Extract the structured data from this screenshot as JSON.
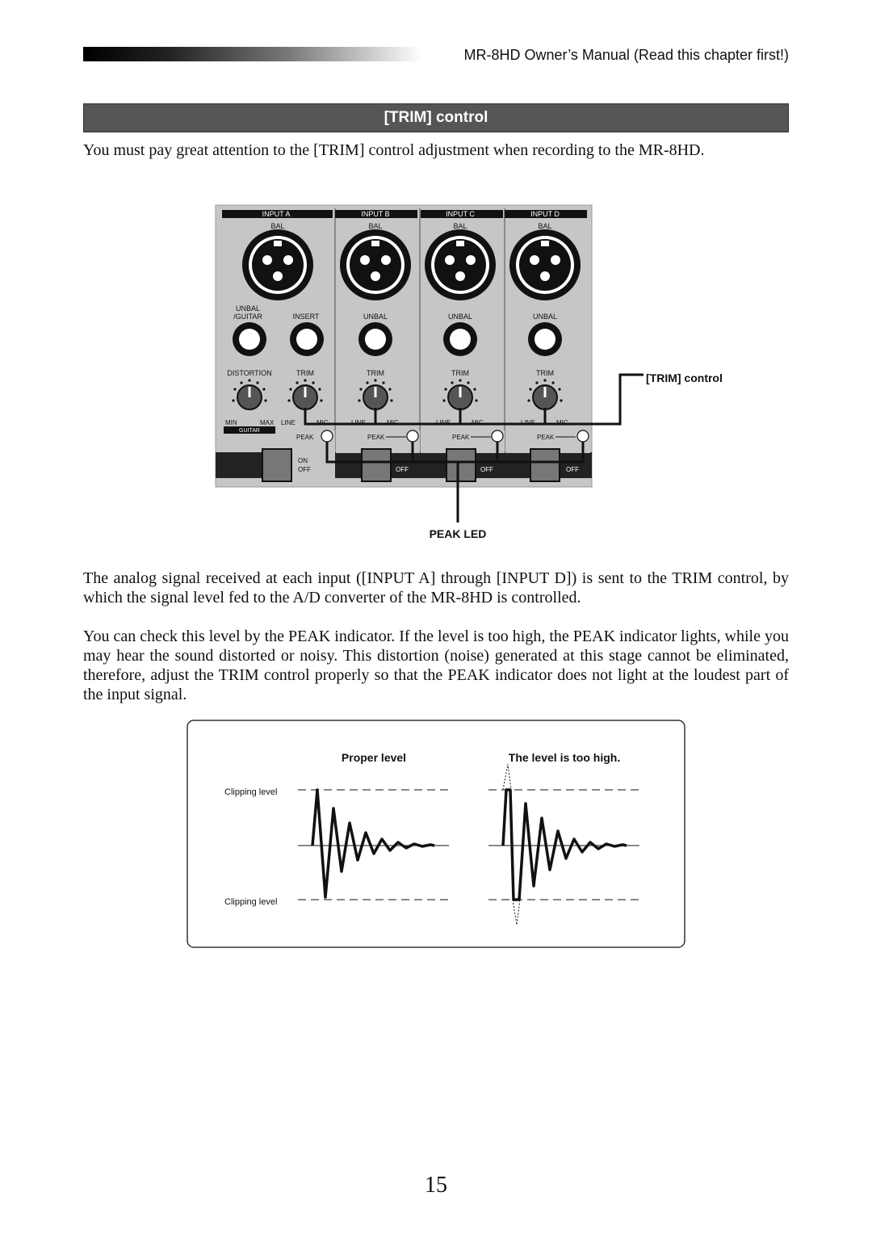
{
  "header": {
    "title": "MR-8HD Owner’s Manual (Read this chapter first!)"
  },
  "section": {
    "title": "[TRIM] control"
  },
  "paragraphs": {
    "intro": "You must pay great attention to the [TRIM] control adjustment when recording to the MR-8HD.",
    "signal": "The analog signal received at each input ([INPUT A] through [INPUT D]) is sent to the TRIM control, by which the signal level fed to the A/D converter of the MR-8HD is controlled.",
    "peak": "You can check this level by the PEAK indicator. If the level is too high, the PEAK indicator lights, while you may hear the sound distorted or noisy. This distortion (noise) generated at this stage cannot be eliminated, therefore, adjust the TRIM control properly so that the PEAK indicator does not light at the loudest part of the input signal."
  },
  "panel": {
    "inputs": [
      {
        "name": "INPUT A",
        "bal": "BAL"
      },
      {
        "name": "INPUT B",
        "bal": "BAL"
      },
      {
        "name": "INPUT C",
        "bal": "BAL"
      },
      {
        "name": "INPUT D",
        "bal": "BAL"
      }
    ],
    "unbal_guitar": "UNBAL\n/GUITAR",
    "insert": "INSERT",
    "unbal": "UNBAL",
    "distortion": "DISTORTION",
    "trim": "TRIM",
    "min": "MIN",
    "max": "MAX",
    "line": "LINE",
    "mic": "MIC",
    "guitar": "GUITAR",
    "peak": "PEAK",
    "on": "ON",
    "off": "OFF"
  },
  "callouts": {
    "trim_control": "[TRIM] control",
    "peak_led": "PEAK LED"
  },
  "levels_figure": {
    "proper": "Proper level",
    "too_high": "The level is too high.",
    "clipping_top": "Clipping level",
    "clipping_bottom": "Clipping level"
  },
  "page_number": "15"
}
